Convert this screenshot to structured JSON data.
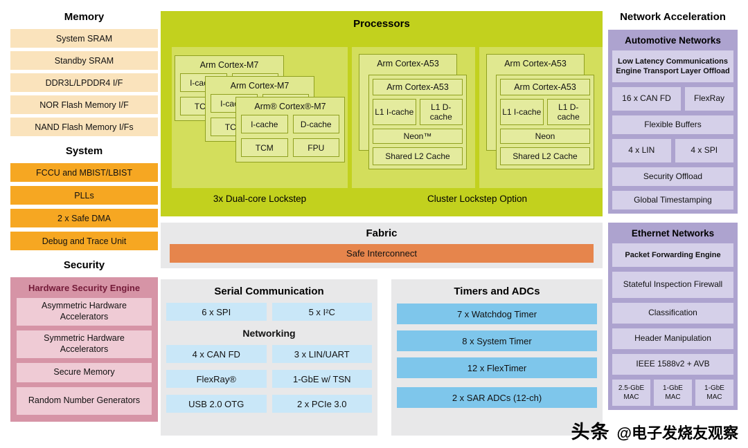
{
  "memory": {
    "title": "Memory",
    "items": [
      "System SRAM",
      "Standby SRAM",
      "DDR3L/LPDDR4 I/F",
      "NOR Flash Memory I/F",
      "NAND Flash Memory I/Fs"
    ]
  },
  "system": {
    "title": "System",
    "items": [
      "FCCU and MBIST/LBIST",
      "PLLs",
      "2 x Safe DMA",
      "Debug and Trace Unit"
    ]
  },
  "security": {
    "title": "Security",
    "engine_title": "Hardware Security Engine",
    "items": [
      "Asymmetric Hardware Accelerators",
      "Symmetric Hardware Accelerators",
      "Secure Memory",
      "Random Number Generators"
    ]
  },
  "processors": {
    "title": "Processors",
    "m7": {
      "card_back": "Arm Cortex-M7",
      "card_mid": "Arm Cortex-M7",
      "card_front": "Arm® Cortex®-M7",
      "cells": [
        "I-cache",
        "D-cache",
        "TCM",
        "FPU"
      ],
      "caption": "3x Dual-core Lockstep"
    },
    "a53": {
      "caption": "Cluster Lockstep Option",
      "clusters": [
        {
          "back_title": "Arm Cortex-A53",
          "front_title": "Arm Cortex-A53",
          "l1i": "L1 I-cache",
          "l1d": "L1 D-cache",
          "neon": "Neon™",
          "l2": "Shared L2 Cache"
        },
        {
          "back_title": "Arm Cortex-A53",
          "front_title": "Arm Cortex-A53",
          "l1i": "L1 I-cache",
          "l1d": "L1 D-cache",
          "neon": "Neon",
          "l2": "Shared L2 Cache"
        }
      ]
    }
  },
  "fabric": {
    "title": "Fabric",
    "interconnect": "Safe Interconnect"
  },
  "serial": {
    "title": "Serial Communication",
    "top_row": [
      "6 x SPI",
      "5 x I²C"
    ],
    "networking_title": "Networking",
    "rows": [
      [
        "4 x CAN FD",
        "3 x LIN/UART"
      ],
      [
        "FlexRay®",
        "1-GbE w/ TSN"
      ],
      [
        "USB 2.0 OTG",
        "2 x PCIe 3.0"
      ]
    ]
  },
  "timers": {
    "title": "Timers and ADCs",
    "items": [
      "7 x Watchdog Timer",
      "8 x System Timer",
      "12 x FlexTimer",
      "2 x SAR ADCs (12-ch)"
    ]
  },
  "network_accel": {
    "title": "Network Acceleration",
    "automotive": {
      "title": "Automotive Networks",
      "engine": "Low Latency Communications Engine Transport Layer Offload",
      "canfd": "16 x CAN FD",
      "flexray": "FlexRay",
      "buffers": "Flexible Buffers",
      "lin": "4 x LIN",
      "spi": "4 x SPI",
      "security_offload": "Security Offload",
      "timestamping": "Global Timestamping"
    },
    "ethernet": {
      "title": "Ethernet Networks",
      "engine": "Packet Forwarding Engine",
      "items": [
        "Stateful Inspection Firewall",
        "Classification",
        "Header Manipulation",
        "IEEE 1588v2 + AVB"
      ],
      "macs": [
        "2.5-GbE MAC",
        "1-GbE MAC",
        "1-GbE MAC"
      ]
    }
  },
  "watermark": {
    "logo": "头条",
    "handle": "@电子发烧友观察"
  },
  "colors": {
    "memory_item": "#FAE3BC",
    "system_item": "#F6A722",
    "security_box": "#D694A6",
    "security_item": "#EFCBD5",
    "processors_bg": "#C2D11E",
    "processor_card": "#E0E890",
    "fabric_bar": "#E6854C",
    "serial_cell": "#C9E7F8",
    "timer_bar": "#7EC6EB",
    "network_box": "#ADA3CF",
    "network_cell": "#D5D0E9"
  }
}
